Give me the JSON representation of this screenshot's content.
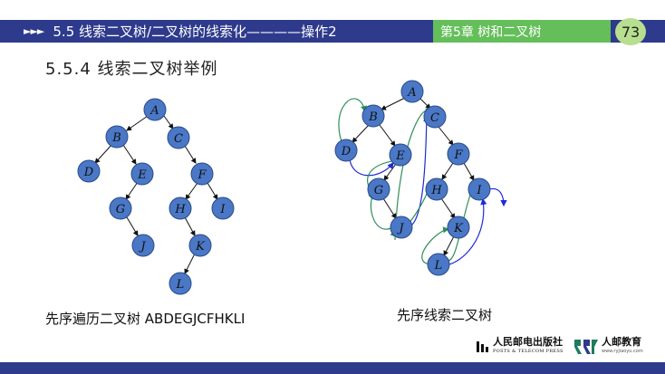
{
  "header": {
    "arrows": "►►►",
    "section_title": "5.5 线索二叉树/二叉树的线索化————操作2",
    "chapter": "第5章  树和二叉树",
    "page_number": "73",
    "bar_color": "#2e3a8c",
    "chapter_color": "#64bf5a",
    "page_circle_color": "#b7df8f"
  },
  "subheading": "5.5.4  线索二叉树举例",
  "left_tree": {
    "nodes": [
      "A",
      "B",
      "C",
      "D",
      "E",
      "F",
      "G",
      "H",
      "I",
      "J",
      "K",
      "L"
    ],
    "caption": "先序遍历二叉树   ABDEGJCFHKLI"
  },
  "right_tree": {
    "nodes": [
      "A",
      "B",
      "C",
      "D",
      "E",
      "F",
      "G",
      "H",
      "I",
      "J",
      "K",
      "L"
    ],
    "caption": "先序线索二叉树",
    "thread_colors": {
      "successor": "#1e2bd6",
      "predecessor": "#2f8f5a"
    }
  },
  "publisher": {
    "name": "人民邮电出版社",
    "subtitle": "POSTS & TELECOM PRESS",
    "brand": "人邮教育",
    "brand_sub": "www.ryjiaoyu.com"
  },
  "node_color": "#4a78c6"
}
